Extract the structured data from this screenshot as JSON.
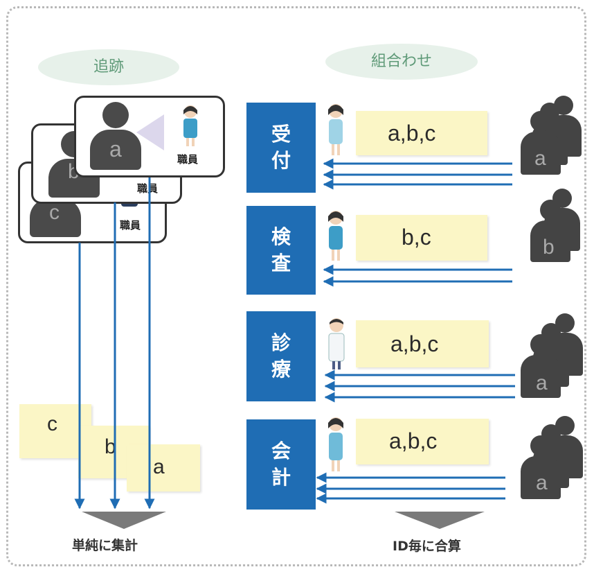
{
  "left": {
    "title": "追跡",
    "cards": [
      {
        "id": "c",
        "staff_label": "職員"
      },
      {
        "id": "b",
        "staff_label": "職員"
      },
      {
        "id": "a",
        "staff_label": "職員"
      }
    ],
    "notes": [
      "c",
      "b",
      "a"
    ],
    "caption": "単純に集計"
  },
  "right": {
    "title": "組合わせ",
    "departments": [
      {
        "line1": "受",
        "line2": "付",
        "visitors": "a,b,c",
        "crowd_label": "a",
        "staff_icon": "receptionist-icon"
      },
      {
        "line1": "検",
        "line2": "査",
        "visitors": "b,c",
        "crowd_label": "b",
        "staff_icon": "nurse-icon"
      },
      {
        "line1": "診",
        "line2": "療",
        "visitors": "a,b,c",
        "crowd_label": "a",
        "staff_icon": "doctor-icon"
      },
      {
        "line1": "会",
        "line2": "計",
        "visitors": "a,b,c",
        "crowd_label": "a",
        "staff_icon": "cashier-icon"
      }
    ],
    "caption": "ID毎に合算"
  },
  "colors": {
    "department_blue": "#1f6db4",
    "arrow_blue": "#1f6db4",
    "note_yellow": "#fbf6c6",
    "pill_green": "#e7f1ea",
    "silhouette": "#4a4a4a"
  }
}
